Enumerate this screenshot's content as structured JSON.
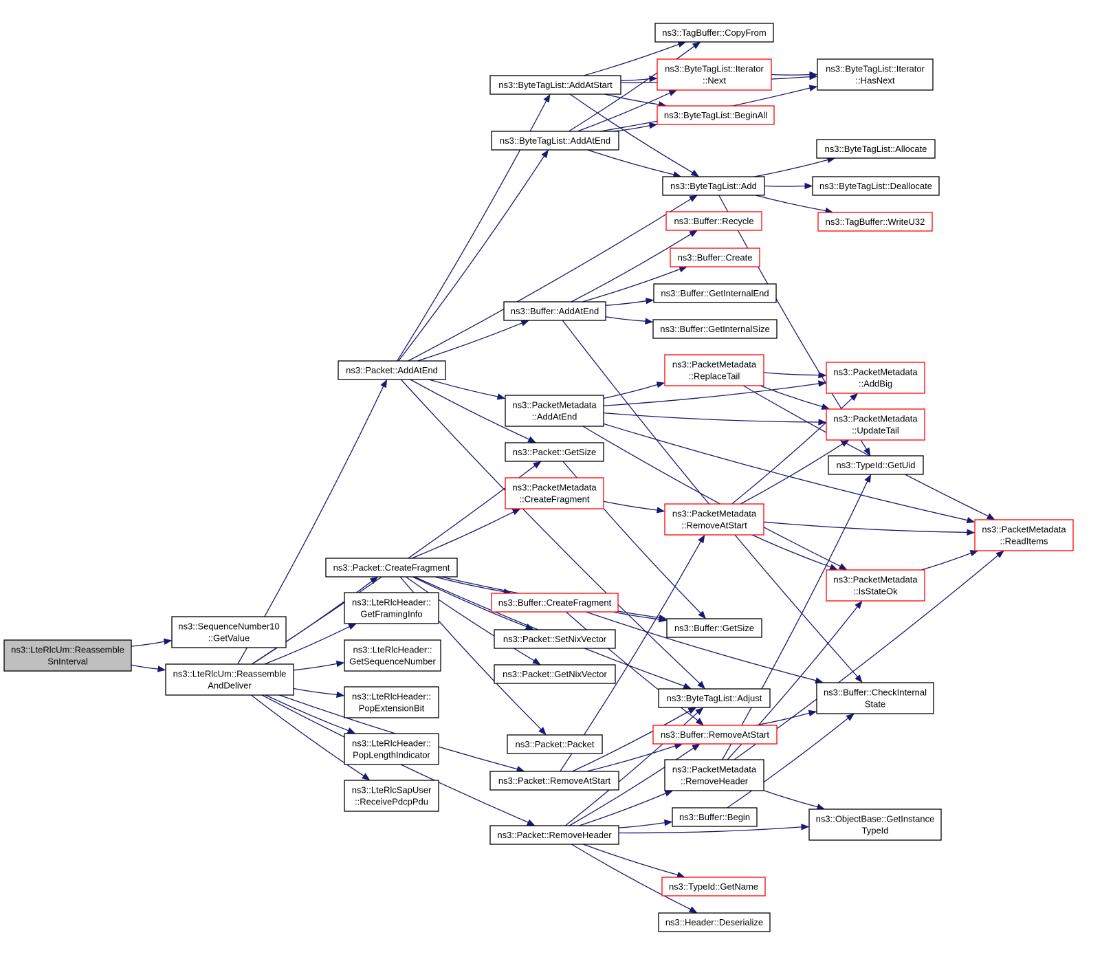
{
  "colors": {
    "edge": "#191970",
    "node_border_default": "#000000",
    "node_border_truncated": "#ff0000",
    "node_fill_default": "#ffffff",
    "node_fill_root": "#bfbfbf"
  },
  "graph": {
    "type": "call-graph",
    "nodes": [
      {
        "id": "root",
        "lines": [
          "ns3::LteRlcUm::Reassemble",
          "SnInterval"
        ],
        "style": "root"
      },
      {
        "id": "sn10",
        "lines": [
          "ns3::SequenceNumber10",
          "::GetValue"
        ],
        "style": "normal"
      },
      {
        "id": "rad",
        "lines": [
          "ns3::LteRlcUm::Reassemble",
          "AndDeliver"
        ],
        "style": "normal"
      },
      {
        "id": "pkt_addatend",
        "lines": [
          "ns3::Packet::AddAtEnd"
        ],
        "style": "normal"
      },
      {
        "id": "pkt_createfrag",
        "lines": [
          "ns3::Packet::CreateFragment"
        ],
        "style": "normal"
      },
      {
        "id": "getframing",
        "lines": [
          "ns3::LteRlcHeader::",
          "GetFramingInfo"
        ],
        "style": "normal"
      },
      {
        "id": "getseq",
        "lines": [
          "ns3::LteRlcHeader::",
          "GetSequenceNumber"
        ],
        "style": "normal"
      },
      {
        "id": "popext",
        "lines": [
          "ns3::LteRlcHeader::",
          "PopExtensionBit"
        ],
        "style": "normal"
      },
      {
        "id": "poplen",
        "lines": [
          "ns3::LteRlcHeader::",
          "PopLengthIndicator"
        ],
        "style": "normal"
      },
      {
        "id": "recvpdcp",
        "lines": [
          "ns3::LteRlcSapUser",
          "::ReceivePdcpPdu"
        ],
        "style": "normal"
      },
      {
        "id": "btl_addatstart",
        "lines": [
          "ns3::ByteTagList::AddAtStart"
        ],
        "style": "normal"
      },
      {
        "id": "btl_addatend",
        "lines": [
          "ns3::ByteTagList::AddAtEnd"
        ],
        "style": "normal"
      },
      {
        "id": "buf_addatend",
        "lines": [
          "ns3::Buffer::AddAtEnd"
        ],
        "style": "normal"
      },
      {
        "id": "pm_addatend",
        "lines": [
          "ns3::PacketMetadata",
          "::AddAtEnd"
        ],
        "style": "normal"
      },
      {
        "id": "pkt_getsize",
        "lines": [
          "ns3::Packet::GetSize"
        ],
        "style": "normal"
      },
      {
        "id": "pm_createfrag",
        "lines": [
          "ns3::PacketMetadata",
          "::CreateFragment"
        ],
        "style": "truncated"
      },
      {
        "id": "buf_createfrag",
        "lines": [
          "ns3::Buffer::CreateFragment"
        ],
        "style": "truncated"
      },
      {
        "id": "pkt_setnix",
        "lines": [
          "ns3::Packet::SetNixVector"
        ],
        "style": "normal"
      },
      {
        "id": "pkt_getnix",
        "lines": [
          "ns3::Packet::GetNixVector"
        ],
        "style": "normal"
      },
      {
        "id": "pkt_packet",
        "lines": [
          "ns3::Packet::Packet"
        ],
        "style": "normal"
      },
      {
        "id": "pkt_removeatstart",
        "lines": [
          "ns3::Packet::RemoveAtStart"
        ],
        "style": "normal"
      },
      {
        "id": "pkt_removeheader",
        "lines": [
          "ns3::Packet::RemoveHeader"
        ],
        "style": "normal"
      },
      {
        "id": "tb_copyfrom",
        "lines": [
          "ns3::TagBuffer::CopyFrom"
        ],
        "style": "normal"
      },
      {
        "id": "btli_next",
        "lines": [
          "ns3::ByteTagList::Iterator",
          "::Next"
        ],
        "style": "truncated"
      },
      {
        "id": "btl_beginall",
        "lines": [
          "ns3::ByteTagList::BeginAll"
        ],
        "style": "truncated"
      },
      {
        "id": "btl_add",
        "lines": [
          "ns3::ByteTagList::Add"
        ],
        "style": "normal"
      },
      {
        "id": "buf_recycle",
        "lines": [
          "ns3::Buffer::Recycle"
        ],
        "style": "truncated"
      },
      {
        "id": "buf_create",
        "lines": [
          "ns3::Buffer::Create"
        ],
        "style": "truncated"
      },
      {
        "id": "buf_getinternalend",
        "lines": [
          "ns3::Buffer::GetInternalEnd"
        ],
        "style": "normal"
      },
      {
        "id": "buf_getinternalsize",
        "lines": [
          "ns3::Buffer::GetInternalSize"
        ],
        "style": "normal"
      },
      {
        "id": "pm_replacetail",
        "lines": [
          "ns3::PacketMetadata",
          "::ReplaceTail"
        ],
        "style": "truncated"
      },
      {
        "id": "pm_removeatstart",
        "lines": [
          "ns3::PacketMetadata",
          "::RemoveAtStart"
        ],
        "style": "truncated"
      },
      {
        "id": "buf_getsize",
        "lines": [
          "ns3::Buffer::GetSize"
        ],
        "style": "normal"
      },
      {
        "id": "btl_adjust",
        "lines": [
          "ns3::ByteTagList::Adjust"
        ],
        "style": "normal"
      },
      {
        "id": "buf_removeatstart",
        "lines": [
          "ns3::Buffer::RemoveAtStart"
        ],
        "style": "truncated"
      },
      {
        "id": "pm_removeheader",
        "lines": [
          "ns3::PacketMetadata",
          "::RemoveHeader"
        ],
        "style": "normal"
      },
      {
        "id": "buf_begin",
        "lines": [
          "ns3::Buffer::Begin"
        ],
        "style": "normal"
      },
      {
        "id": "typeid_getname",
        "lines": [
          "ns3::TypeId::GetName"
        ],
        "style": "truncated"
      },
      {
        "id": "header_deserialize",
        "lines": [
          "ns3::Header::Deserialize"
        ],
        "style": "normal"
      },
      {
        "id": "btli_hasnext",
        "lines": [
          "ns3::ByteTagList::Iterator",
          "::HasNext"
        ],
        "style": "normal"
      },
      {
        "id": "btl_allocate",
        "lines": [
          "ns3::ByteTagList::Allocate"
        ],
        "style": "normal"
      },
      {
        "id": "btl_deallocate",
        "lines": [
          "ns3::ByteTagList::Deallocate"
        ],
        "style": "normal"
      },
      {
        "id": "tb_writeu32",
        "lines": [
          "ns3::TagBuffer::WriteU32"
        ],
        "style": "truncated"
      },
      {
        "id": "pm_addbig",
        "lines": [
          "ns3::PacketMetadata",
          "::AddBig"
        ],
        "style": "truncated"
      },
      {
        "id": "pm_updatetail",
        "lines": [
          "ns3::PacketMetadata",
          "::UpdateTail"
        ],
        "style": "truncated"
      },
      {
        "id": "typeid_getuid",
        "lines": [
          "ns3::TypeId::GetUid"
        ],
        "style": "normal"
      },
      {
        "id": "pm_readitems",
        "lines": [
          "ns3::PacketMetadata",
          "::ReadItems"
        ],
        "style": "truncated"
      },
      {
        "id": "pm_isstateok",
        "lines": [
          "ns3::PacketMetadata",
          "::IsStateOk"
        ],
        "style": "truncated"
      },
      {
        "id": "buf_checkinternal",
        "lines": [
          "ns3::Buffer::CheckInternal",
          "State"
        ],
        "style": "normal"
      },
      {
        "id": "ob_getinstancetypeid",
        "lines": [
          "ns3::ObjectBase::GetInstance",
          "TypeId"
        ],
        "style": "normal"
      }
    ],
    "edges": [
      [
        "root",
        "sn10"
      ],
      [
        "root",
        "rad"
      ],
      [
        "rad",
        "pkt_addatend"
      ],
      [
        "rad",
        "pkt_getsize"
      ],
      [
        "rad",
        "pkt_createfrag"
      ],
      [
        "rad",
        "getframing"
      ],
      [
        "rad",
        "getseq"
      ],
      [
        "rad",
        "popext"
      ],
      [
        "rad",
        "poplen"
      ],
      [
        "rad",
        "recvpdcp"
      ],
      [
        "rad",
        "pkt_removeatstart"
      ],
      [
        "rad",
        "pkt_removeheader"
      ],
      [
        "pkt_addatend",
        "btl_addatstart"
      ],
      [
        "pkt_addatend",
        "btl_addatend"
      ],
      [
        "pkt_addatend",
        "btl_add"
      ],
      [
        "pkt_addatend",
        "buf_addatend"
      ],
      [
        "pkt_addatend",
        "pm_addatend"
      ],
      [
        "pkt_addatend",
        "pkt_getsize"
      ],
      [
        "pkt_addatend",
        "btl_adjust"
      ],
      [
        "pkt_createfrag",
        "pm_createfrag"
      ],
      [
        "pkt_createfrag",
        "buf_createfrag"
      ],
      [
        "pkt_createfrag",
        "pkt_setnix"
      ],
      [
        "pkt_createfrag",
        "pkt_getnix"
      ],
      [
        "pkt_createfrag",
        "pkt_packet"
      ],
      [
        "pkt_createfrag",
        "btl_adjust"
      ],
      [
        "pkt_createfrag",
        "buf_getsize"
      ],
      [
        "btl_addatstart",
        "tb_copyfrom"
      ],
      [
        "btl_addatstart",
        "btli_next"
      ],
      [
        "btl_addatstart",
        "btl_beginall"
      ],
      [
        "btl_addatstart",
        "btl_add"
      ],
      [
        "btl_addatstart",
        "btli_hasnext"
      ],
      [
        "btl_addatend",
        "tb_copyfrom"
      ],
      [
        "btl_addatend",
        "btli_next"
      ],
      [
        "btl_addatend",
        "btl_beginall"
      ],
      [
        "btl_addatend",
        "btl_add"
      ],
      [
        "btl_addatend",
        "btli_hasnext"
      ],
      [
        "btli_next",
        "btli_hasnext"
      ],
      [
        "btl_add",
        "btl_allocate"
      ],
      [
        "btl_add",
        "btl_deallocate"
      ],
      [
        "btl_add",
        "tb_writeu32"
      ],
      [
        "btl_add",
        "typeid_getuid"
      ],
      [
        "buf_addatend",
        "buf_recycle"
      ],
      [
        "buf_addatend",
        "buf_create"
      ],
      [
        "buf_addatend",
        "buf_getinternalend"
      ],
      [
        "buf_addatend",
        "buf_getinternalsize"
      ],
      [
        "buf_addatend",
        "buf_checkinternal"
      ],
      [
        "pm_addatend",
        "pm_replacetail"
      ],
      [
        "pm_addatend",
        "pm_addbig"
      ],
      [
        "pm_addatend",
        "pm_updatetail"
      ],
      [
        "pm_addatend",
        "pm_readitems"
      ],
      [
        "pm_addatend",
        "pm_isstateok"
      ],
      [
        "pkt_getsize",
        "buf_getsize"
      ],
      [
        "pm_createfrag",
        "pm_removeatstart"
      ],
      [
        "buf_createfrag",
        "buf_getsize"
      ],
      [
        "buf_createfrag",
        "buf_checkinternal"
      ],
      [
        "buf_createfrag",
        "buf_removeatstart"
      ],
      [
        "pm_replacetail",
        "pm_addbig"
      ],
      [
        "pm_replacetail",
        "pm_updatetail"
      ],
      [
        "pm_replacetail",
        "pm_readitems"
      ],
      [
        "pm_removeatstart",
        "pm_addbig"
      ],
      [
        "pm_removeatstart",
        "pm_updatetail"
      ],
      [
        "pm_removeatstart",
        "pm_readitems"
      ],
      [
        "pm_removeatstart",
        "pm_isstateok"
      ],
      [
        "pm_isstateok",
        "pm_readitems"
      ],
      [
        "pkt_removeatstart",
        "btl_adjust"
      ],
      [
        "pkt_removeatstart",
        "buf_removeatstart"
      ],
      [
        "pkt_removeatstart",
        "pm_removeatstart"
      ],
      [
        "pkt_removeheader",
        "buf_begin"
      ],
      [
        "pkt_removeheader",
        "ob_getinstancetypeid"
      ],
      [
        "pkt_removeheader",
        "pm_removeheader"
      ],
      [
        "pkt_removeheader",
        "typeid_getname"
      ],
      [
        "pkt_removeheader",
        "header_deserialize"
      ],
      [
        "pkt_removeheader",
        "btl_adjust"
      ],
      [
        "pkt_removeheader",
        "buf_removeatstart"
      ],
      [
        "buf_removeatstart",
        "buf_checkinternal"
      ],
      [
        "pm_removeheader",
        "typeid_getuid"
      ],
      [
        "pm_removeheader",
        "pm_isstateok"
      ],
      [
        "pm_removeheader",
        "pm_readitems"
      ],
      [
        "pm_removeheader",
        "ob_getinstancetypeid"
      ],
      [
        "buf_begin",
        "buf_checkinternal"
      ]
    ]
  }
}
